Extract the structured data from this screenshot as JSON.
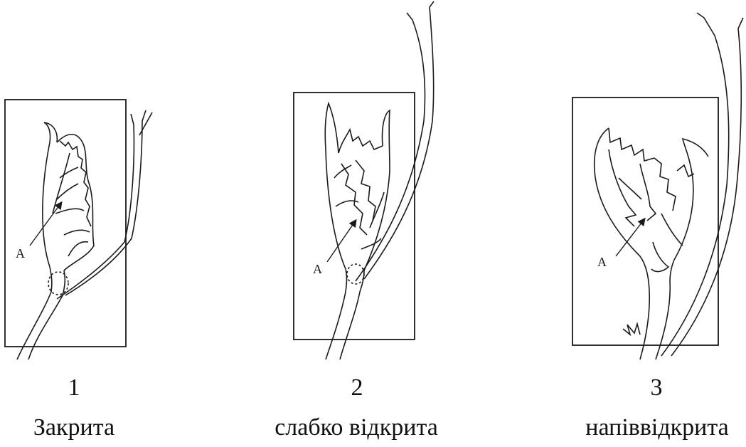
{
  "figures": [
    {
      "number": "1",
      "caption": "Закрита",
      "marker": "А"
    },
    {
      "number": "2",
      "caption": "слабко відкрита",
      "marker": "А"
    },
    {
      "number": "3",
      "caption": "напіввідкрита",
      "marker": "А"
    }
  ],
  "colors": {
    "line": "#1a1a1a",
    "background": "#ffffff"
  }
}
